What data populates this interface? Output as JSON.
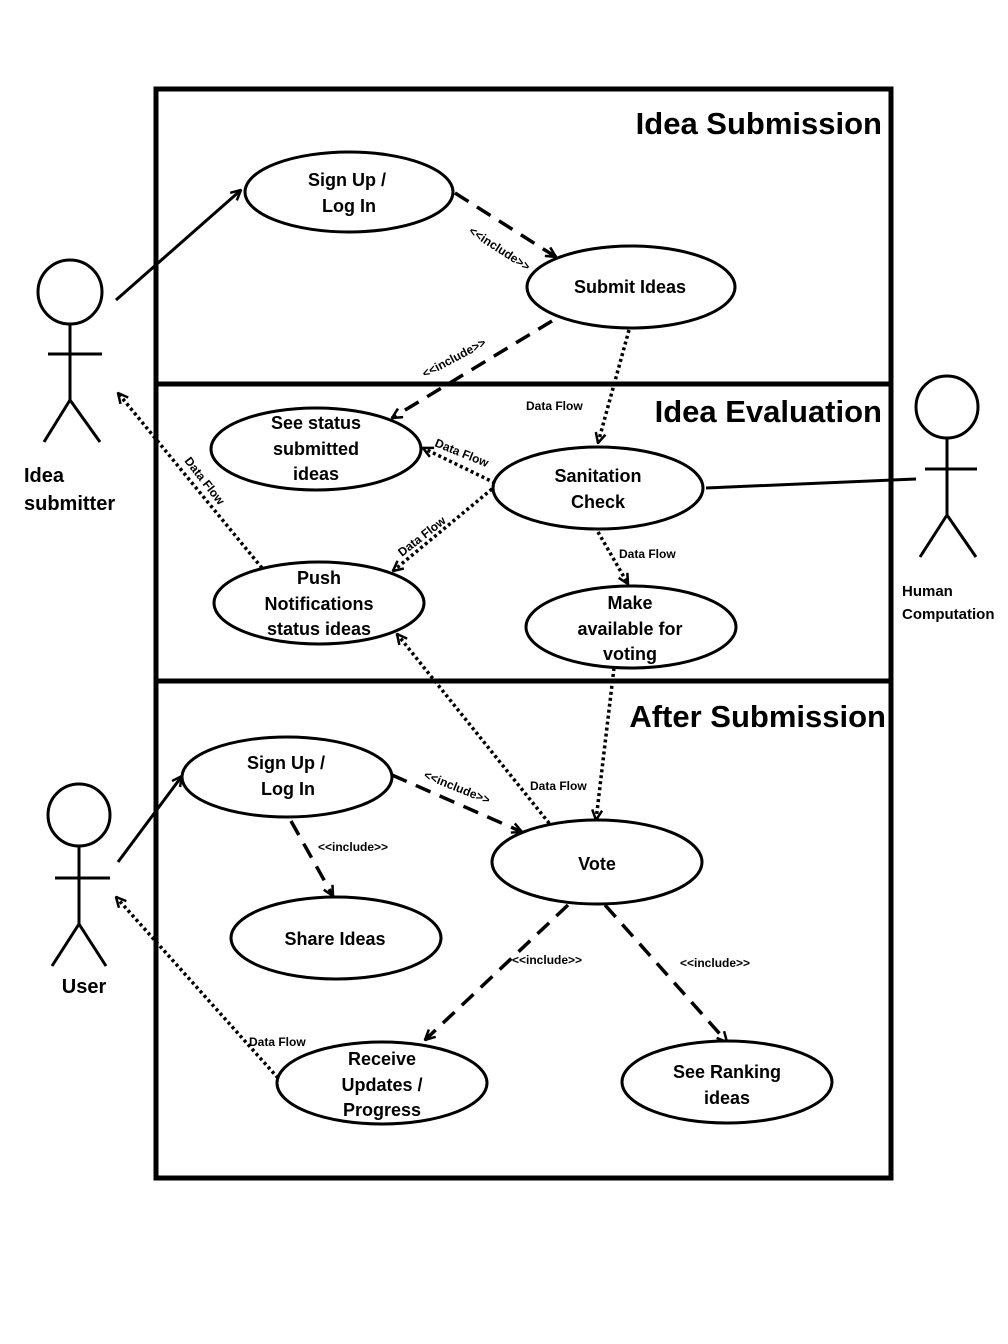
{
  "sections": {
    "idea_submission": "Idea Submission",
    "idea_evaluation": "Idea Evaluation",
    "after_submission": "After Submission"
  },
  "actors": {
    "idea_submitter": [
      "Idea",
      "submitter"
    ],
    "human_computation": [
      "Human",
      "Computation"
    ],
    "user": "User"
  },
  "use_cases": {
    "signup_login_1": [
      "Sign Up /",
      "Log In"
    ],
    "submit_ideas": "Submit  Ideas",
    "see_status": [
      "See status",
      "submitted",
      "ideas"
    ],
    "sanitation_check": [
      "Sanitation",
      "Check"
    ],
    "push_notifications": [
      "Push",
      "Notifications",
      "status ideas"
    ],
    "make_available": [
      "Make",
      "available for",
      "voting"
    ],
    "signup_login_2": [
      "Sign Up /",
      "Log In"
    ],
    "vote": "Vote",
    "share_ideas": "Share Ideas",
    "receive_updates": [
      "Receive",
      "Updates /",
      "Progress"
    ],
    "see_ranking": [
      "See Ranking",
      "ideas"
    ]
  },
  "connector_labels": {
    "include": "<<include>>",
    "data_flow": "Data Flow"
  }
}
